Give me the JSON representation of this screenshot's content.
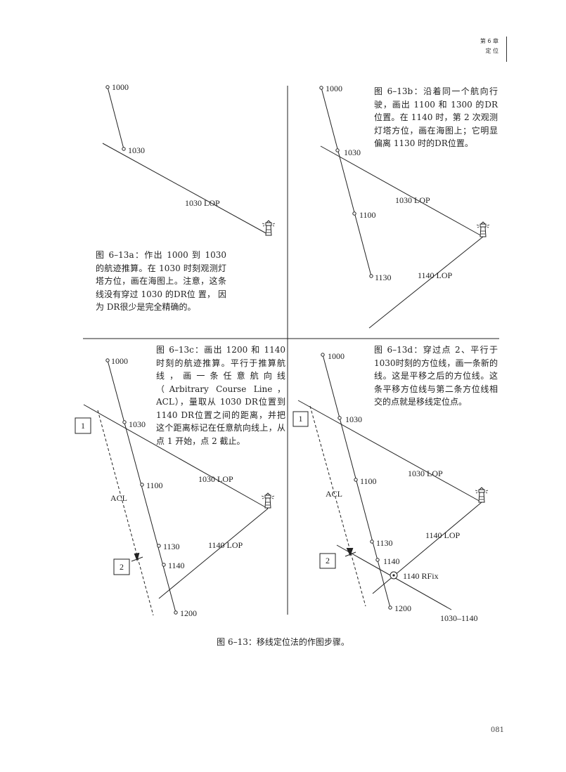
{
  "header": {
    "chapter": "第 6 章",
    "section": "定 位"
  },
  "panels": {
    "a": {
      "caption": "图 6–13a：作出 1000 到 1030 的航迹推算。在 1030 时刻观测灯塔方位，画在海图上。注意，这条线没有穿过 1030 的DR位 置， 因 为 DR很少是完全精确的。",
      "labels": {
        "p1000": "1000",
        "p1030": "1030",
        "lop1030": "1030 LOP"
      }
    },
    "b": {
      "caption": "图 6–13b：沿着同一个航向行驶，画出 1100 和 1300 的DR位置。在 1140 时，第 2 次观测灯塔方位，画在海图上；它明显偏离 1130 时的DR位置。",
      "labels": {
        "p1000": "1000",
        "p1030": "1030",
        "p1100": "1100",
        "p1130": "1130",
        "lop1030": "1030 LOP",
        "lop1140": "1140 LOP"
      }
    },
    "c": {
      "caption": "图 6–13c：画出 1200 和 1140 时刻的航迹推算。平行于推算航线，画一条任意航向线（Arbitrary Course Line，ACL），量取从 1030 DR位置到 1140 DR位置之间的距离，并把这个距离标记在任意航向线上，从点 1 开始，点 2 截止。",
      "labels": {
        "p1000": "1000",
        "p1030": "1030",
        "p1100": "1100",
        "p1130": "1130",
        "p1140": "1140",
        "p1200": "1200",
        "lop1030": "1030 LOP",
        "lop1140": "1140 LOP",
        "acl": "ACL",
        "box1": "1",
        "box2": "2"
      }
    },
    "d": {
      "caption": "图 6–13d：穿过点 2、平行于1030时刻的方位线，画一条新的线。这是平移之后的方位线。这条平移方位线与第二条方位线相交的点就是移线定位点。",
      "labels": {
        "p1000": "1000",
        "p1030": "1030",
        "p1100": "1100",
        "p1130": "1130",
        "p1140": "1140",
        "p1200": "1200",
        "lop1030": "1030 LOP",
        "lop1140": "1140 LOP",
        "acl": "ACL",
        "box1": "1",
        "box2": "2",
        "rfix": "1140 RFix",
        "shifted": "1030–1140"
      }
    }
  },
  "figure_caption": "图 6–13：移线定位法的作图步骤。",
  "page_number": "081",
  "colors": {
    "ink": "#222222"
  }
}
